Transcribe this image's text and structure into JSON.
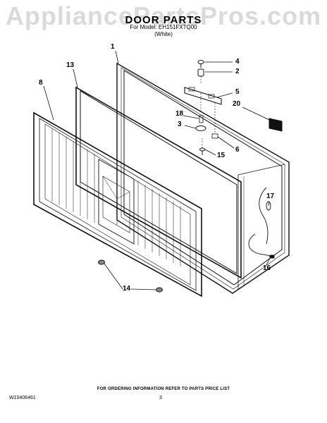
{
  "watermark": "AppliancePartsPros.com",
  "header": {
    "title": "DOOR PARTS",
    "model_line": "For Model: EH151FXTQ00",
    "color_line": "(White)"
  },
  "callouts": [
    "1",
    "2",
    "3",
    "4",
    "5",
    "6",
    "8",
    "13",
    "14",
    "15",
    "16",
    "17",
    "18",
    "20"
  ],
  "footer": {
    "ordering_note": "FOR ORDERING INFORMATION REFER TO PARTS PRICE LIST",
    "document_number": "W10406461",
    "page_number": "3"
  }
}
